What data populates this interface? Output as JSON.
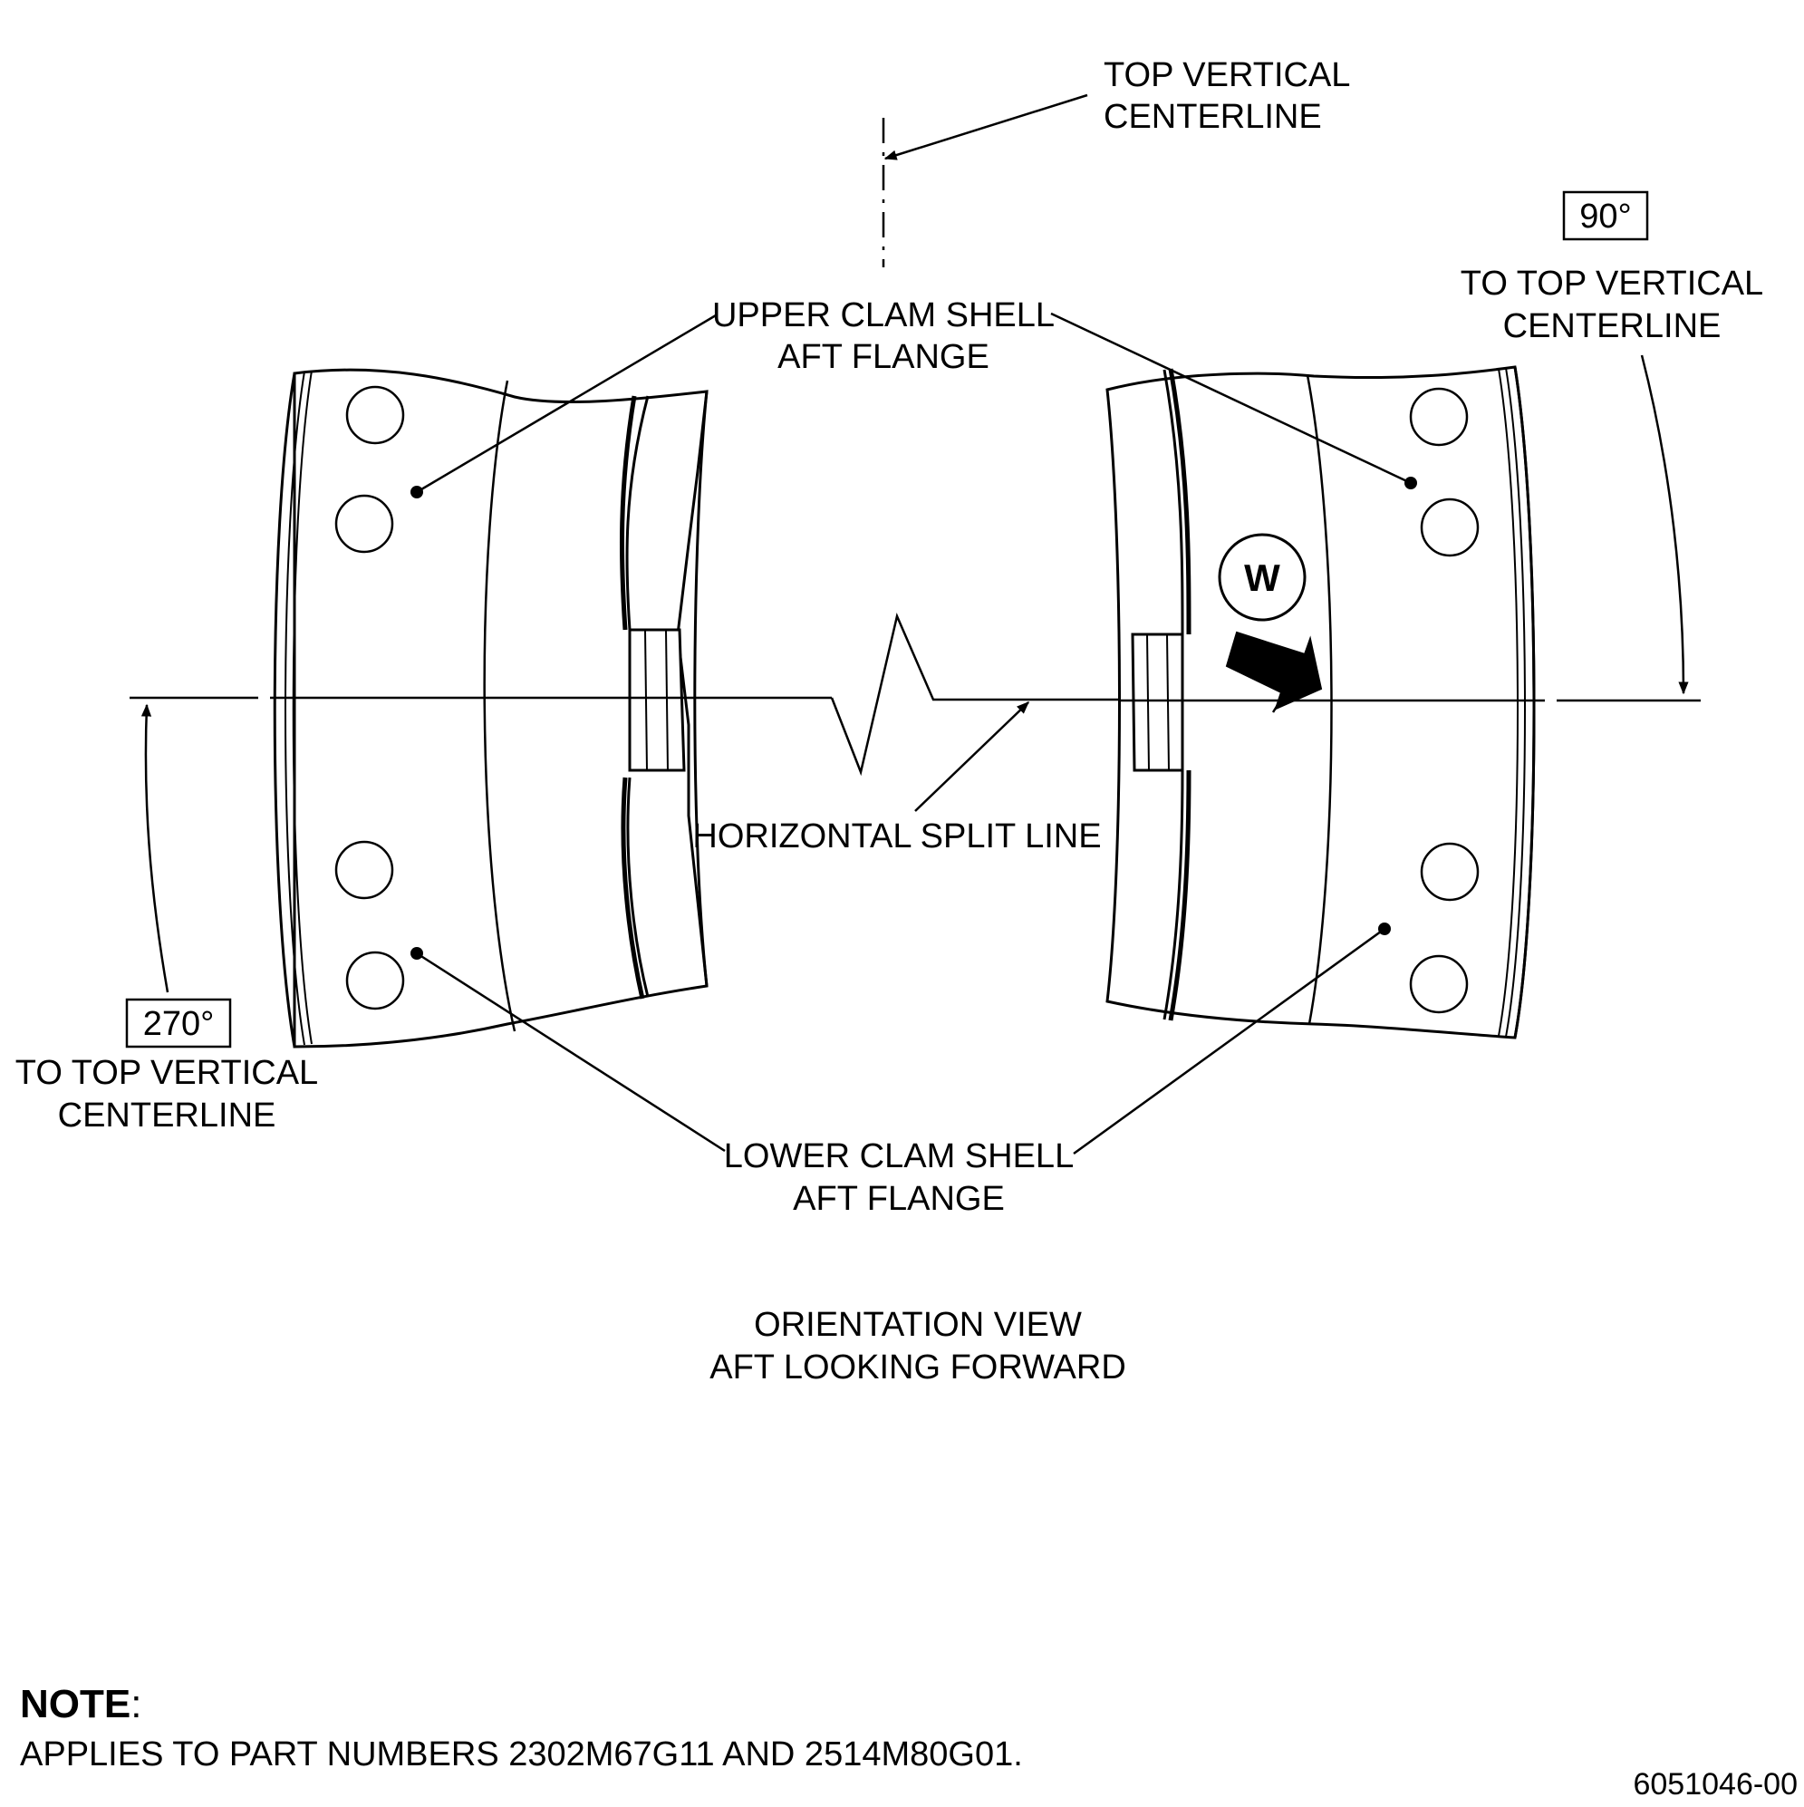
{
  "labels": {
    "top_vertical_centerline": [
      "TOP VERTICAL",
      "CENTERLINE"
    ],
    "upper_clam_shell": [
      "UPPER CLAM SHELL",
      "AFT FLANGE"
    ],
    "lower_clam_shell": [
      "LOWER CLAM SHELL",
      "AFT FLANGE"
    ],
    "horizontal_split_line": "HORIZONTAL SPLIT LINE",
    "angle_90": "90°",
    "angle_90_caption": [
      "TO TOP VERTICAL",
      "CENTERLINE"
    ],
    "angle_270": "270°",
    "angle_270_caption": [
      "TO TOP VERTICAL",
      "CENTERLINE"
    ],
    "marker_w": "W"
  },
  "title": [
    "ORIENTATION VIEW",
    "AFT LOOKING FORWARD"
  ],
  "note": {
    "heading": "NOTE",
    "colon": ":",
    "text": "APPLIES TO PART NUMBERS 2302M67G11 AND 2514M80G01."
  },
  "figure_id": "6051046-00"
}
